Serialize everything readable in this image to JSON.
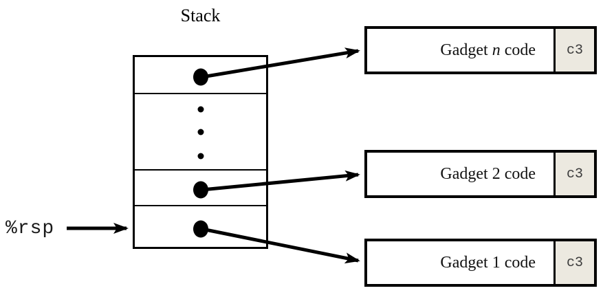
{
  "title": "Stack",
  "rsp": {
    "label": "%rsp"
  },
  "stack": {
    "cell_count": 4,
    "ellipsis_dot_count": 3
  },
  "gadgets": [
    {
      "prefix": "Gadget ",
      "var": "n",
      "suffix": " code",
      "ret_byte": "c3"
    },
    {
      "prefix": "Gadget ",
      "var": "2",
      "suffix": " code",
      "ret_byte": "c3"
    },
    {
      "prefix": "Gadget ",
      "var": "1",
      "suffix": " code",
      "ret_byte": "c3"
    }
  ],
  "colors": {
    "line": "#000000",
    "ret_cell_bg": "#ece9e0",
    "ret_text": "#3c3c3c",
    "background": "#ffffff"
  }
}
